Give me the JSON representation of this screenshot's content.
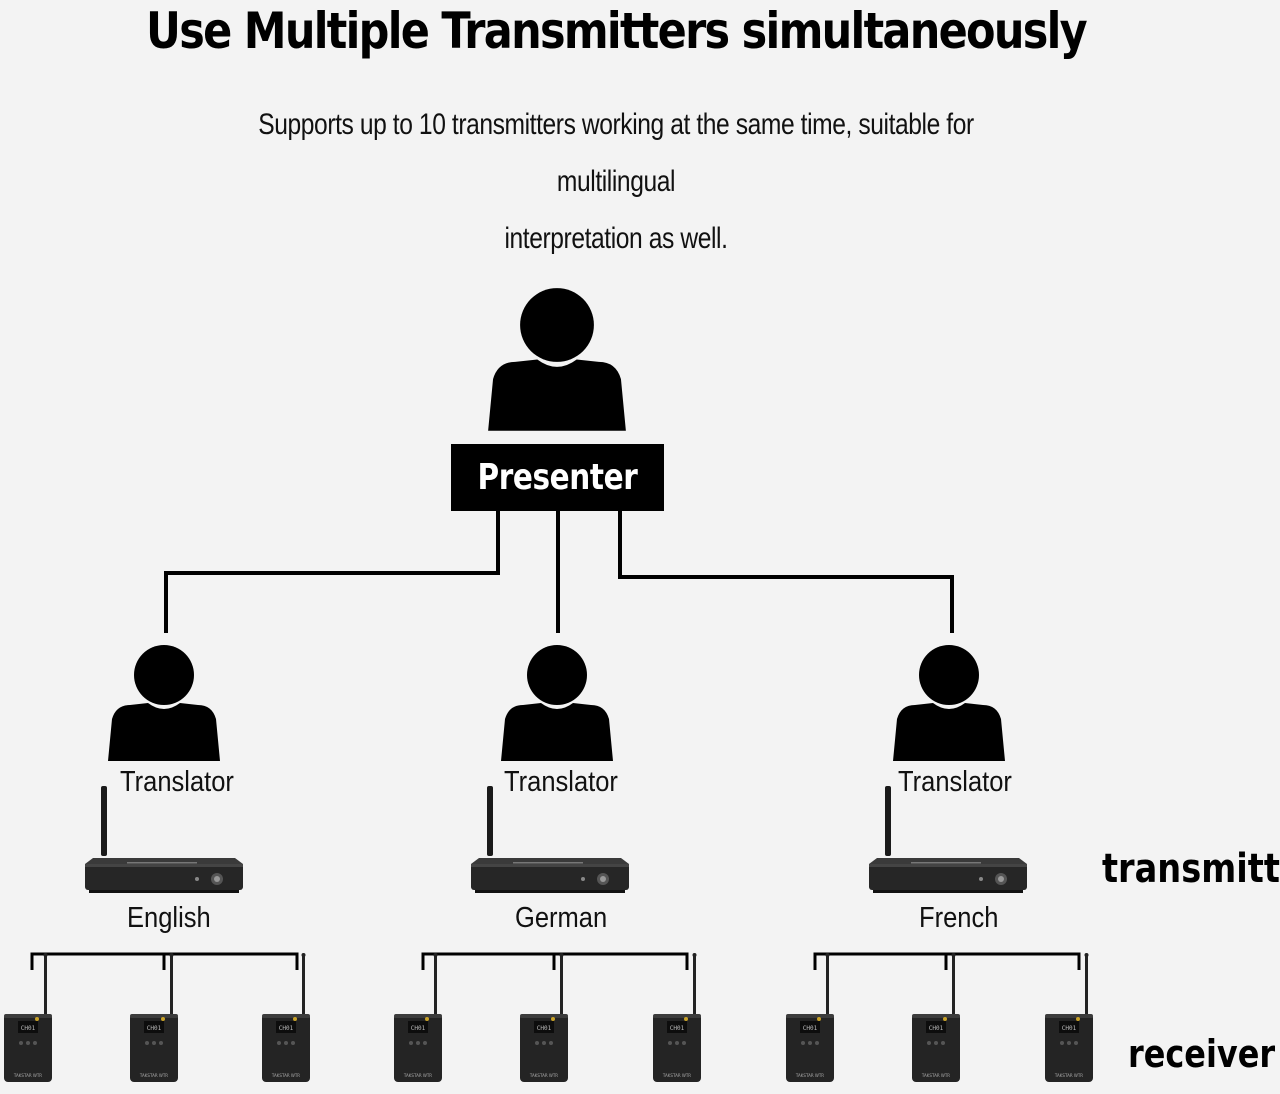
{
  "title": "Use Multiple Transmitters simultaneously",
  "subtitle_line1": "Supports up to 10 transmitters working at the same time, suitable for multilingual",
  "subtitle_line2": "interpretation as well.",
  "presenter": {
    "label": "Presenter",
    "icon": "person-silhouette-icon"
  },
  "branches": [
    {
      "role": "Translator",
      "language": "English"
    },
    {
      "role": "Translator",
      "language": "German"
    },
    {
      "role": "Translator",
      "language": "French"
    }
  ],
  "side_labels": {
    "transmitter": "transmitter",
    "receiver": "receiver"
  },
  "receiver_device": {
    "display": "CH01",
    "brand": "TAKSTAR WTR"
  },
  "colors": {
    "background": "#f3f3f3",
    "ink": "#000000",
    "device": "#2b2b2b"
  }
}
